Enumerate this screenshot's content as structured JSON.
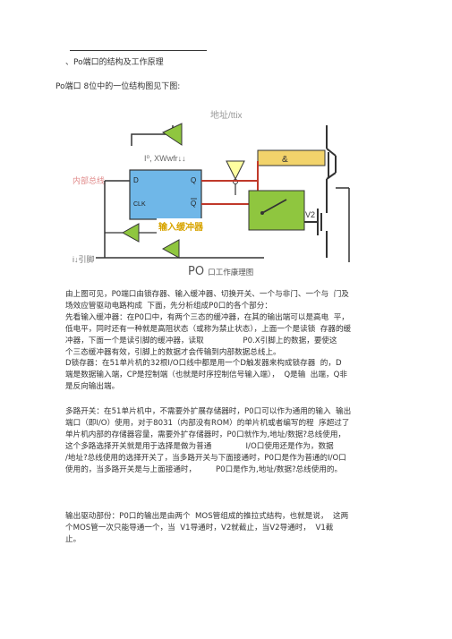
{
  "heading": "、Po端口的结构及工作原理",
  "intro": "Po端口  8位中的一位结构图见下图:",
  "figure": {
    "addr_label": "地址/ttix",
    "ctrl_label": "I⁰, XWwfr↓↓",
    "inner_bus_label": "内部总线",
    "pin_label": "i↓引脚",
    "d": "D",
    "q": "Q",
    "clk": "CLK",
    "qbar": "Q",
    "buffer_label": "输入缓冲器",
    "and_label": "&",
    "v2": "V2",
    "caption_big": "PO",
    "caption_small": "口工作康理图"
  },
  "p1": [
    "由上图可见，P0端口由锁存器、输入缓冲器、切换开关、一个与非门、一个与  门及",
    "场效应管驱动电路构成  下面，先分析组成P0口的各个部分：",
    "先看输入缓冲器：在P0口中，有两个三态的缓冲器，在其的输出端可以是高电  平，",
    "低电平，同时还有一种就是高阻状态（或称为禁止状态），上面一个是读锁  存器的缓",
    "冲器，下面一个是读引脚的缓冲器，读取                P0.X引脚上的数据，要使这",
    "个三态缓冲器有效，引脚上的数据才会传输到内部数据总线上。"
  ],
  "p2": [
    "D锁存器：在51单片机的32根I/O口线中都是用一个D触发器来构成锁存器  的，D",
    "端是数据输入端，CP是控制端（也就是时序控制信号输入端），  Q是输  出端，Q非",
    "是反向输出端。"
  ],
  "p3": [
    "多路开关：在51单片机中，不需要外扩展存储器时，P0口可以作为通用的输入  输出",
    "端口（即I/O）使用，对于8031（内部没有ROM）的单片机或者编写的程  序超过了",
    "单片机内部的存储器容量，需要外扩存储器时，P0口就作为,地址/数据?总线使用，",
    "这个多路选择开关就是用于选择是做为普通              I/O口使用还是作为，数据",
    "/地址?总线使用的选择开关了，当多路开关与下面接通时，P0口是作为普通的I/O口",
    "使用的，当多路开关是与上面接通时，        P0口是作为,地址/数据?总线使用的。"
  ],
  "p4": [
    "输出驱动部份：P0口的输出是由两个  MOS管组成的推拉式结构，也就是说，  这两",
    "个MOS管一次只能导通一个，当  V1导通时，V2就截止，当V2导通时，  V1截",
    "止。"
  ]
}
